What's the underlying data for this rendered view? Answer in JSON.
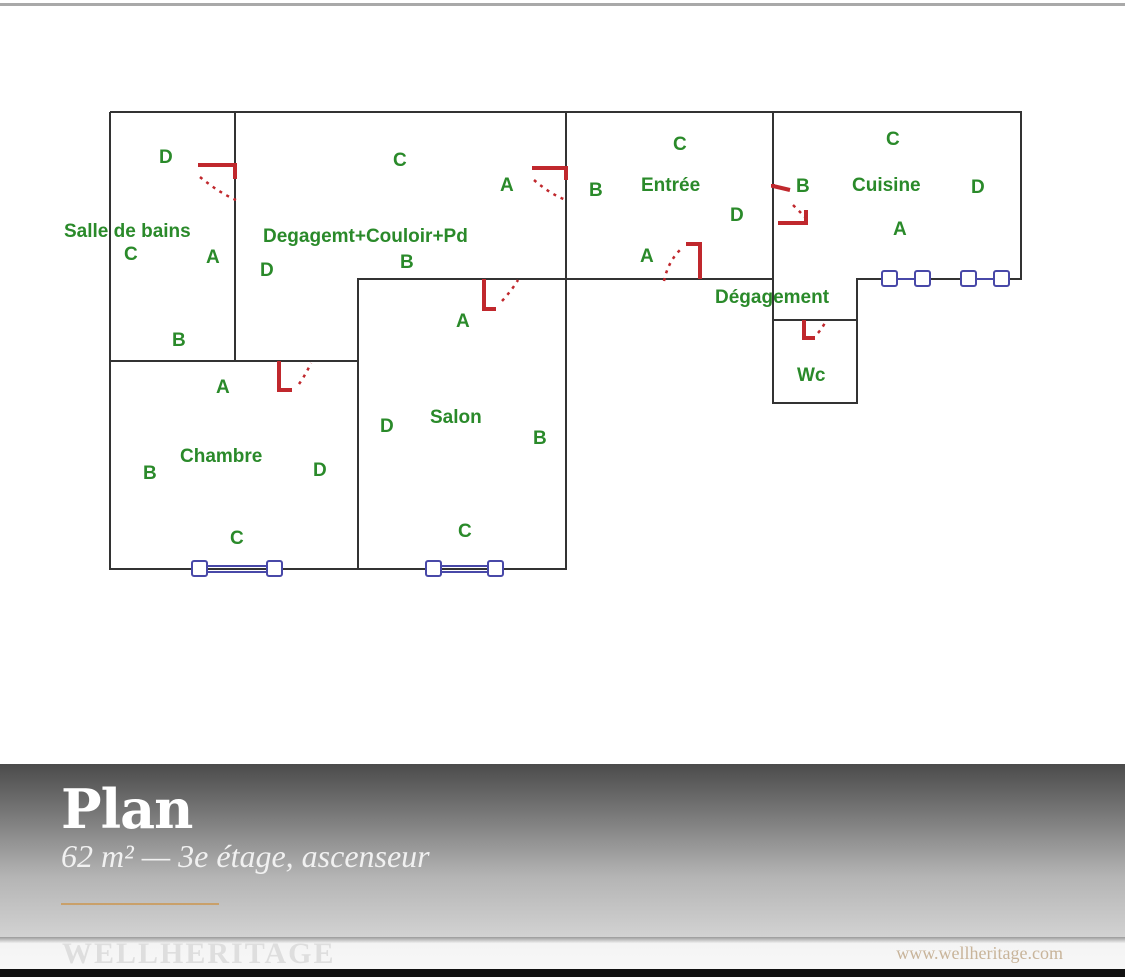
{
  "floorplan": {
    "rooms": [
      {
        "id": "salle-de-bains",
        "name": "Salle de bains",
        "orientation_labels": [
          "D",
          "C",
          "A",
          "B"
        ]
      },
      {
        "id": "degagement-couloir",
        "name": "Degagemt+Couloir+Pd",
        "orientation_labels": [
          "C",
          "A",
          "D",
          "B"
        ]
      },
      {
        "id": "entree",
        "name": "Entrée",
        "orientation_labels": [
          "C",
          "B",
          "D",
          "A"
        ]
      },
      {
        "id": "cuisine",
        "name": "Cuisine",
        "orientation_labels": [
          "C",
          "B",
          "D",
          "A"
        ]
      },
      {
        "id": "degagement",
        "name": "Dégagement",
        "orientation_labels": []
      },
      {
        "id": "wc",
        "name": "Wc",
        "orientation_labels": []
      },
      {
        "id": "chambre",
        "name": "Chambre",
        "orientation_labels": [
          "A",
          "B",
          "D",
          "C"
        ]
      },
      {
        "id": "salon",
        "name": "Salon",
        "orientation_labels": [
          "A",
          "D",
          "B",
          "C"
        ]
      }
    ],
    "colors": {
      "walls": "#333333",
      "labels": "#2a8a2a",
      "doors": "#c0282d",
      "windows": "#4848a8"
    }
  },
  "caption": {
    "title": "Plan",
    "subtitle": "62 m² — 3e étage, ascenseur"
  },
  "footer": {
    "brand": "WELLHERITAGE",
    "url": "www.wellheritage.com"
  }
}
